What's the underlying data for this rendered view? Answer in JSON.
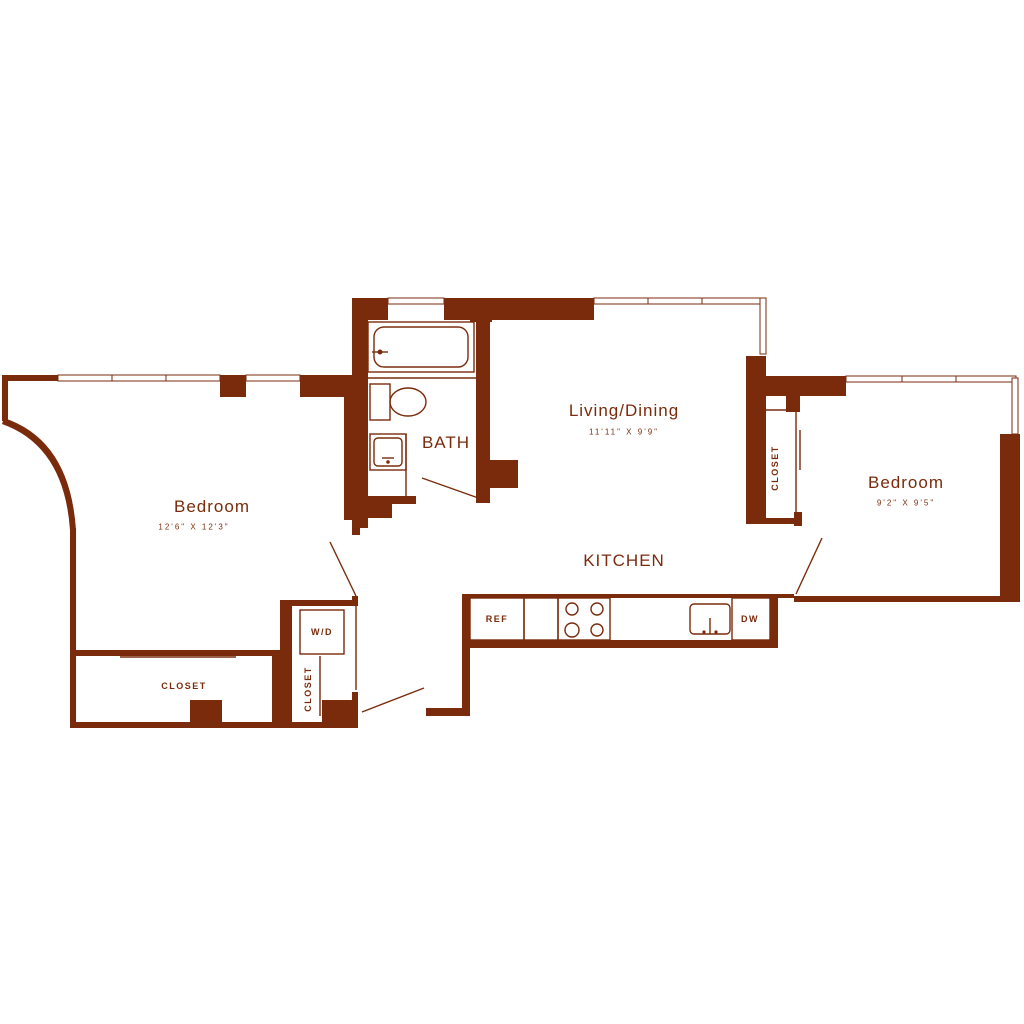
{
  "colors": {
    "wall": "#7a2b0c",
    "background": "#ffffff"
  },
  "rooms": {
    "bedroom_left": {
      "name": "Bedroom",
      "size": "12'6\" X 12'3\""
    },
    "living": {
      "name": "Living/Dining",
      "size": "11'11\" X 9'9\""
    },
    "bedroom_right": {
      "name": "Bedroom",
      "size": "9'2\" X 9'5\""
    },
    "bath": {
      "name": "BATH"
    },
    "kitchen": {
      "name": "KITCHEN"
    }
  },
  "fixtures": {
    "closet_bottom": "CLOSET",
    "closet_vertical_left": "CLOSET",
    "closet_vertical_right": "CLOSET",
    "washer_dryer": "W/D",
    "refrigerator": "REF",
    "dishwasher": "DW"
  }
}
